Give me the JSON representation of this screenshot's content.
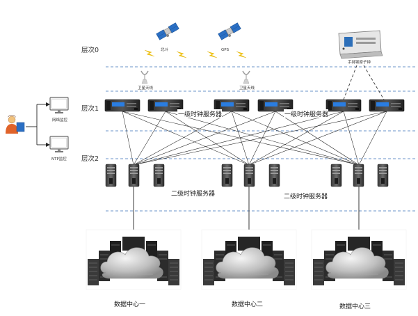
{
  "tiers": {
    "tier0": "层次0",
    "tier1": "层次1",
    "tier2": "层次2"
  },
  "sources": {
    "beidou": "北斗",
    "gps": "GPS",
    "antenna1": "卫星天线",
    "antenna2": "卫星天线",
    "atomic_clock": "手持铷原子钟"
  },
  "monitoring": {
    "network_monitor": "网络监控",
    "ntp_monitor": "NTP监控"
  },
  "servers": {
    "tier1_label_left": "一级时钟服务器",
    "tier1_label_right": "一级时钟服务器",
    "tier2_label_left": "二级时钟服务器",
    "tier2_label_right": "二级时钟服务器"
  },
  "datacenters": [
    "数据中心一",
    "数据中心二",
    "数据中心三"
  ],
  "colors": {
    "dashed_line": "#6a93c9",
    "server_blue": "#2a7de1",
    "signal_yellow": "#f5c400"
  }
}
